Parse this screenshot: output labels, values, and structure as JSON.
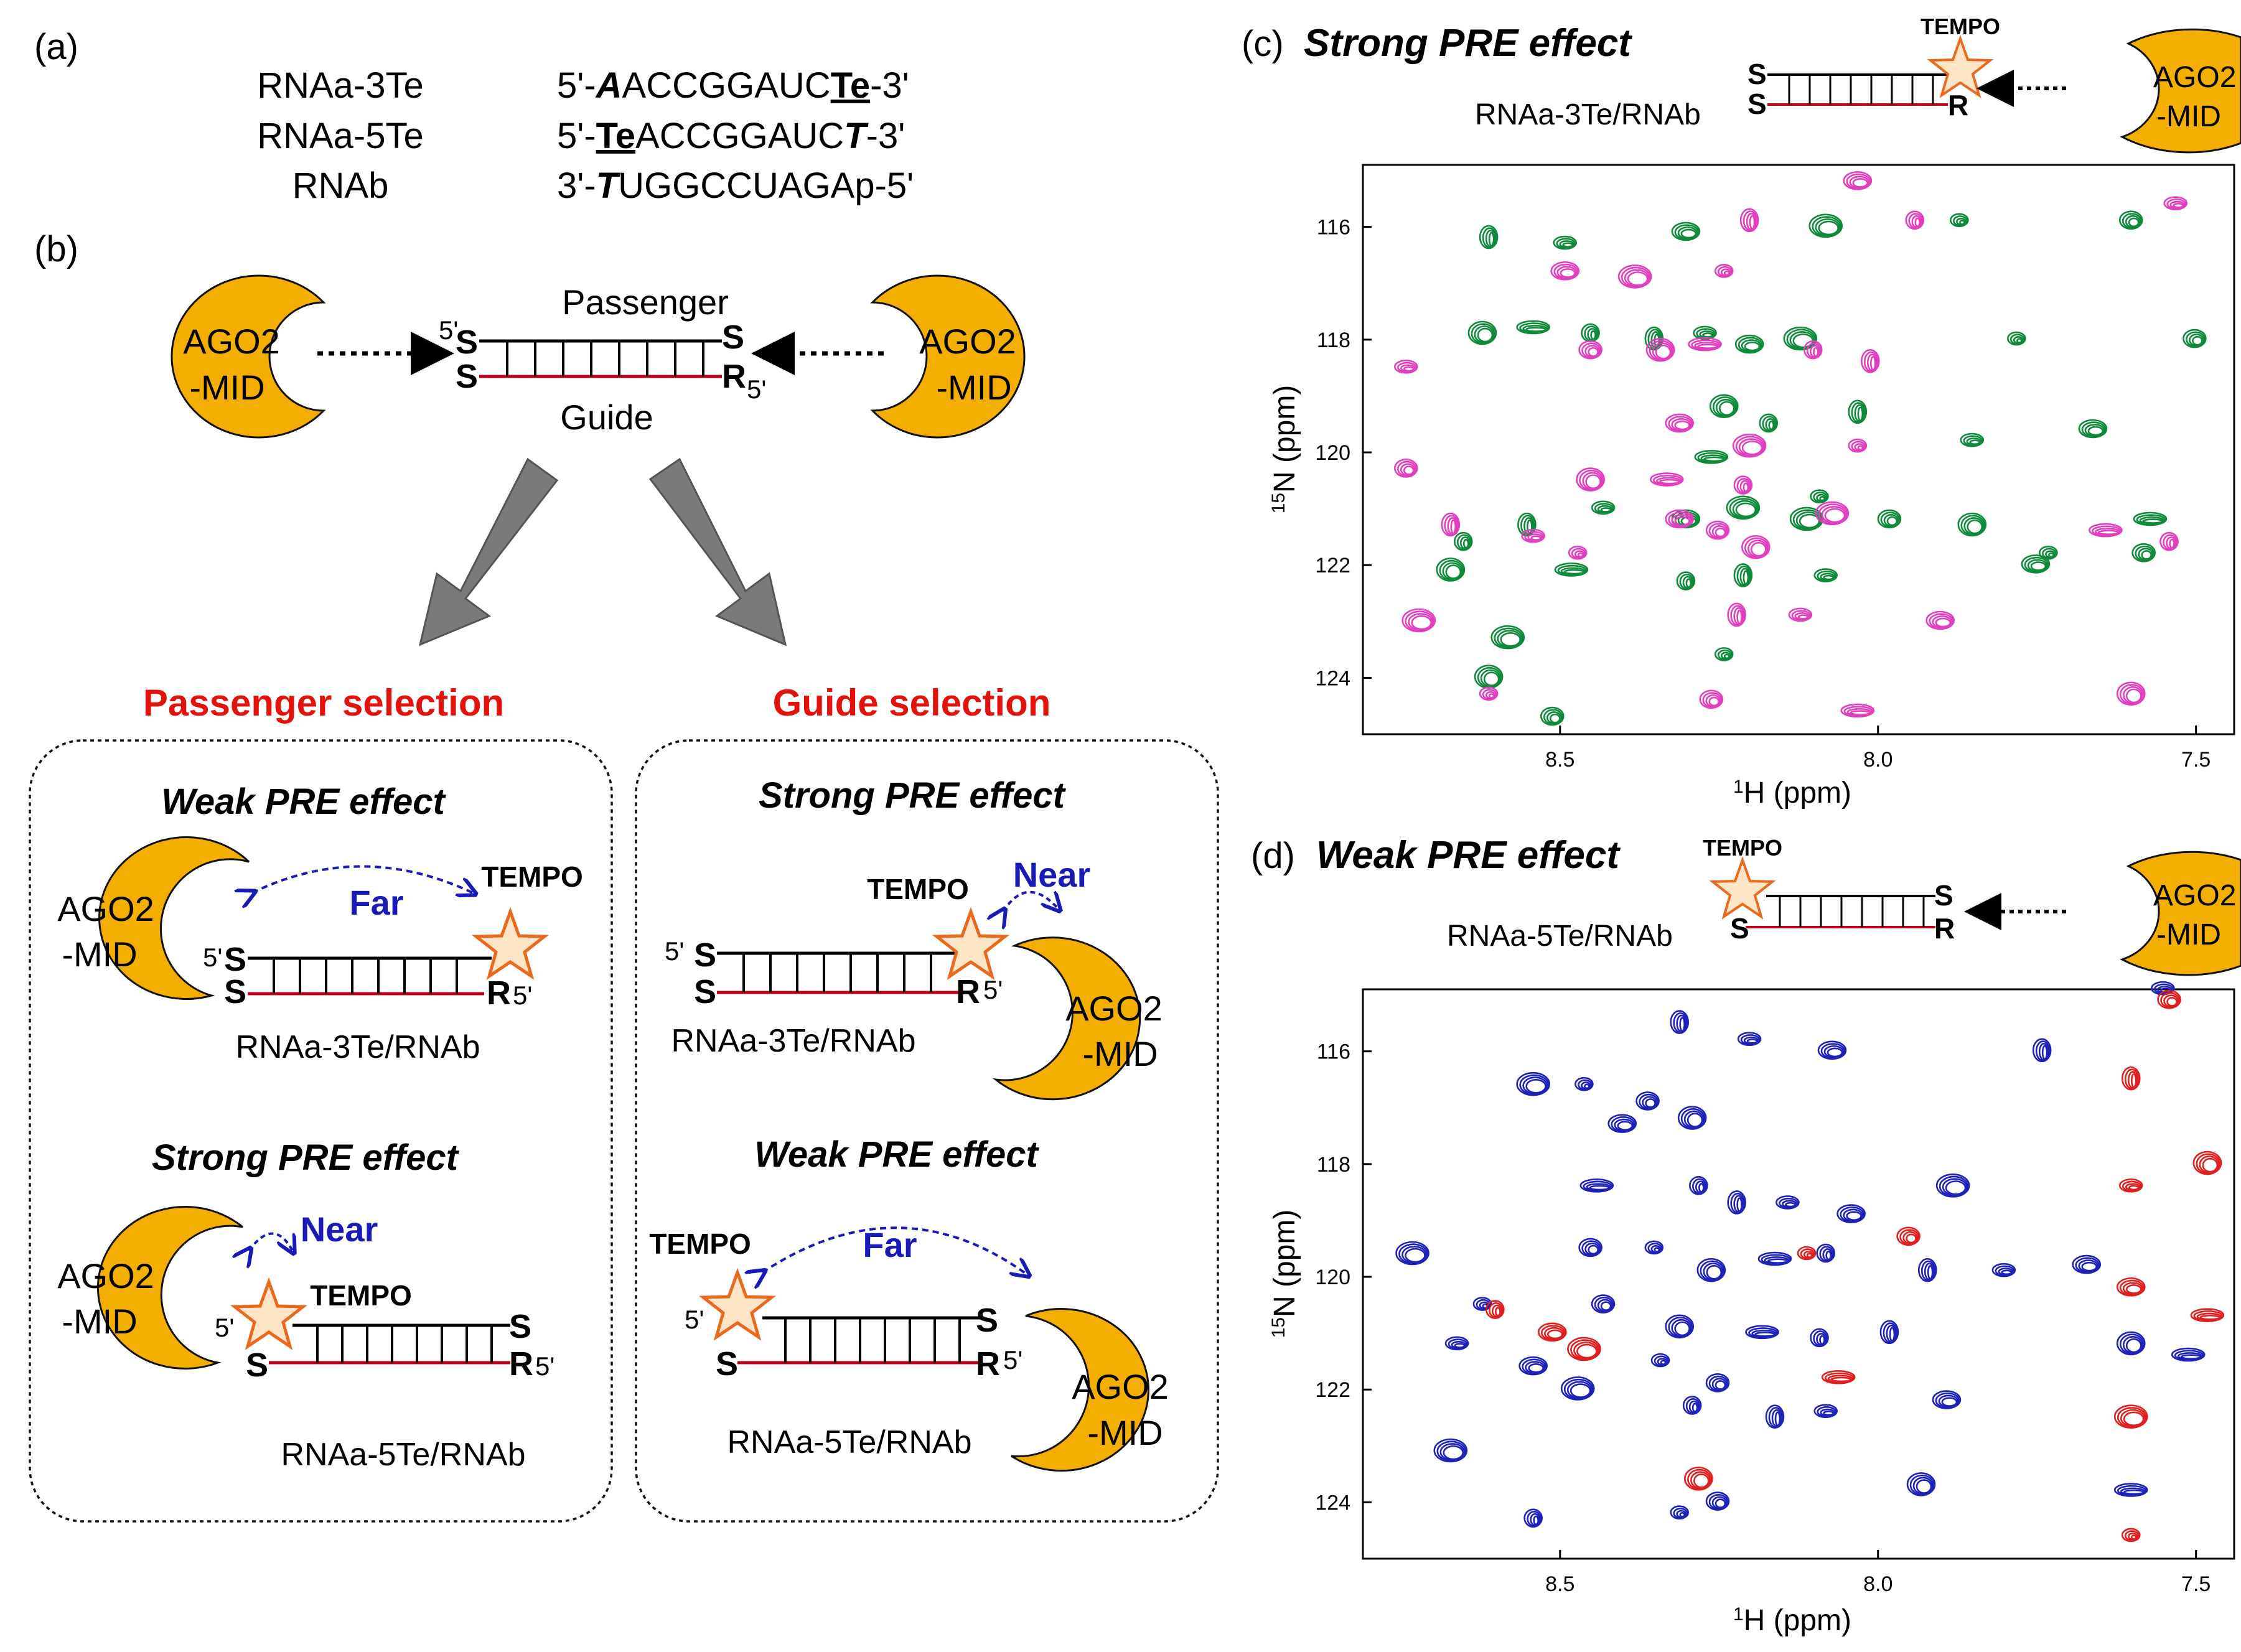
{
  "colors": {
    "ago2": "#F2AF00",
    "passenger_strand": "#000000",
    "guide_strand": "#C0001A",
    "selection_title": "#E3120B",
    "distance_label": "#1A1AB8",
    "star_fill": "#FDE5C6",
    "star_stroke": "#E96A1E",
    "arrow_gray": "#7A7A7A",
    "spectrum_green": "#0E8A3A",
    "spectrum_magenta": "#E23FBF",
    "spectrum_blue": "#1E22B8",
    "spectrum_red": "#E01F1F"
  },
  "panel_a": {
    "label": "(a)",
    "rows": [
      {
        "name": "RNAa-3Te",
        "prefix": "5'-",
        "bold_italic_start": "A",
        "middle": "ACCGGAUC",
        "bold_underline": "Te",
        "bold_italic_end": "",
        "suffix": "-3'"
      },
      {
        "name": "RNAa-5Te",
        "prefix": "5'-",
        "bold_underline": "Te",
        "middle": "ACCGGAUC",
        "bold_italic_end": "T",
        "suffix": "-3'"
      },
      {
        "name": "RNAb",
        "prefix": "3'-",
        "bold_italic_start": "T",
        "middle": "UGGCCUAGAp",
        "suffix": "-5'"
      }
    ]
  },
  "panel_b": {
    "label": "(b)",
    "ago2_line1": "AGO2",
    "ago2_line2": "-MID",
    "passenger_label": "Passenger",
    "guide_label": "Guide",
    "S": "S",
    "R": "R",
    "five_prime": "5'",
    "tempo": "TEMPO",
    "far": "Far",
    "near": "Near",
    "passenger_selection_title": "Passenger selection",
    "guide_selection_title": "Guide selection",
    "weak_pre": "Weak PRE effect",
    "strong_pre": "Strong PRE effect",
    "duplex_3te": "RNAa-3Te/RNAb",
    "duplex_5te": "RNAa-5Te/RNAb"
  },
  "panel_c": {
    "label": "(c)",
    "title": "Strong PRE effect",
    "duplex": "RNAa-3Te/RNAb",
    "tempo": "TEMPO"
  },
  "panel_d": {
    "label": "(d)",
    "title": "Weak PRE effect",
    "duplex": "RNAa-5Te/RNAb",
    "tempo": "TEMPO"
  },
  "chart_data": [
    {
      "type": "scatter",
      "panel": "c",
      "xlabel": "1H (ppm)",
      "ylabel": "15N (ppm)",
      "xlim": [
        8.81,
        7.44
      ],
      "ylim": [
        125.0,
        114.9
      ],
      "x_ticks": [
        8.5,
        8.0,
        7.5
      ],
      "y_ticks": [
        116,
        118,
        120,
        122,
        124
      ],
      "series": [
        {
          "color": "green",
          "points": [
            [
              8.61,
              116.2
            ],
            [
              8.49,
              116.3
            ],
            [
              8.3,
              116.1
            ],
            [
              8.08,
              116.0
            ],
            [
              7.87,
              115.9
            ],
            [
              7.6,
              115.9
            ],
            [
              8.62,
              117.9
            ],
            [
              8.54,
              117.8
            ],
            [
              8.45,
              117.9
            ],
            [
              8.35,
              118.0
            ],
            [
              8.27,
              117.9
            ],
            [
              8.2,
              118.1
            ],
            [
              8.12,
              118.0
            ],
            [
              7.78,
              118.0
            ],
            [
              7.5,
              118.0
            ],
            [
              8.24,
              119.2
            ],
            [
              8.26,
              120.1
            ],
            [
              8.17,
              119.5
            ],
            [
              8.03,
              119.3
            ],
            [
              7.85,
              119.8
            ],
            [
              7.66,
              119.6
            ],
            [
              8.21,
              121.0
            ],
            [
              8.09,
              120.8
            ],
            [
              7.98,
              121.2
            ],
            [
              7.85,
              121.3
            ],
            [
              7.57,
              121.2
            ],
            [
              8.65,
              121.6
            ],
            [
              8.55,
              121.3
            ],
            [
              8.43,
              121.0
            ],
            [
              8.3,
              121.2
            ],
            [
              8.11,
              121.2
            ],
            [
              7.73,
              121.8
            ],
            [
              7.58,
              121.8
            ],
            [
              8.67,
              122.1
            ],
            [
              8.48,
              122.1
            ],
            [
              8.3,
              122.3
            ],
            [
              8.21,
              122.2
            ],
            [
              8.08,
              122.2
            ],
            [
              7.75,
              122.0
            ],
            [
              8.58,
              123.3
            ],
            [
              8.24,
              123.6
            ],
            [
              8.51,
              124.7
            ],
            [
              8.61,
              124.0
            ]
          ]
        },
        {
          "color": "magenta",
          "points": [
            [
              8.49,
              116.8
            ],
            [
              8.38,
              116.9
            ],
            [
              8.24,
              116.8
            ],
            [
              8.45,
              118.2
            ],
            [
              8.34,
              118.2
            ],
            [
              8.27,
              118.1
            ],
            [
              8.1,
              118.2
            ],
            [
              8.01,
              118.4
            ],
            [
              8.74,
              118.5
            ],
            [
              8.31,
              119.5
            ],
            [
              8.2,
              119.9
            ],
            [
              8.03,
              119.9
            ],
            [
              8.74,
              120.3
            ],
            [
              8.45,
              120.5
            ],
            [
              8.33,
              120.5
            ],
            [
              8.21,
              120.6
            ],
            [
              8.67,
              121.3
            ],
            [
              8.54,
              121.5
            ],
            [
              8.31,
              121.2
            ],
            [
              8.07,
              121.1
            ],
            [
              8.47,
              121.8
            ],
            [
              8.25,
              121.4
            ],
            [
              8.19,
              121.7
            ],
            [
              7.64,
              121.4
            ],
            [
              7.54,
              121.6
            ],
            [
              8.22,
              122.9
            ],
            [
              8.12,
              122.9
            ],
            [
              7.9,
              123.0
            ],
            [
              8.72,
              123.0
            ],
            [
              8.61,
              124.3
            ],
            [
              8.26,
              124.4
            ],
            [
              7.6,
              124.3
            ],
            [
              8.03,
              124.6
            ],
            [
              7.94,
              115.9
            ],
            [
              8.2,
              115.9
            ],
            [
              7.53,
              115.6
            ],
            [
              8.03,
              115.2
            ]
          ]
        }
      ]
    },
    {
      "type": "scatter",
      "panel": "d",
      "xlabel": "1H (ppm)",
      "ylabel": "15N (ppm)",
      "xlim": [
        8.81,
        7.44
      ],
      "ylim": [
        125.0,
        114.9
      ],
      "x_ticks": [
        8.5,
        8.0,
        7.5
      ],
      "y_ticks": [
        116,
        118,
        120,
        122,
        124
      ],
      "series": [
        {
          "color": "blue",
          "points": [
            [
              8.31,
              115.5
            ],
            [
              8.2,
              115.8
            ],
            [
              8.07,
              116.0
            ],
            [
              8.54,
              116.6
            ],
            [
              8.46,
              116.6
            ],
            [
              8.36,
              116.9
            ],
            [
              8.29,
              117.2
            ],
            [
              8.44,
              118.4
            ],
            [
              8.28,
              118.4
            ],
            [
              8.22,
              118.7
            ],
            [
              8.14,
              118.7
            ],
            [
              8.04,
              118.9
            ],
            [
              7.88,
              118.4
            ],
            [
              8.35,
              119.5
            ],
            [
              8.45,
              119.5
            ],
            [
              8.26,
              119.9
            ],
            [
              8.16,
              119.7
            ],
            [
              8.08,
              119.6
            ],
            [
              7.92,
              119.9
            ],
            [
              7.8,
              119.9
            ],
            [
              7.67,
              119.8
            ],
            [
              8.73,
              119.6
            ],
            [
              8.62,
              120.5
            ],
            [
              8.43,
              120.5
            ],
            [
              8.31,
              120.9
            ],
            [
              8.18,
              121.0
            ],
            [
              8.09,
              121.1
            ],
            [
              7.98,
              121.0
            ],
            [
              8.66,
              121.2
            ],
            [
              8.54,
              121.6
            ],
            [
              8.47,
              122.0
            ],
            [
              8.34,
              121.5
            ],
            [
              8.25,
              121.9
            ],
            [
              7.6,
              121.2
            ],
            [
              7.51,
              121.4
            ],
            [
              8.29,
              122.3
            ],
            [
              8.16,
              122.5
            ],
            [
              8.08,
              122.4
            ],
            [
              7.89,
              122.2
            ],
            [
              8.67,
              123.1
            ],
            [
              8.31,
              124.2
            ],
            [
              8.25,
              124.0
            ],
            [
              7.93,
              123.7
            ],
            [
              7.6,
              123.8
            ],
            [
              8.54,
              124.3
            ],
            [
              7.74,
              116.0
            ],
            [
              7.55,
              114.9
            ],
            [
              8.4,
              117.3
            ]
          ]
        },
        {
          "color": "red",
          "points": [
            [
              8.51,
              121.0
            ],
            [
              8.46,
              121.3
            ],
            [
              8.11,
              119.6
            ],
            [
              7.95,
              119.3
            ],
            [
              7.48,
              118.0
            ],
            [
              7.48,
              120.7
            ],
            [
              8.6,
              120.6
            ],
            [
              7.6,
              116.5
            ],
            [
              7.6,
              118.4
            ],
            [
              7.6,
              120.2
            ],
            [
              7.6,
              122.5
            ],
            [
              7.6,
              124.6
            ],
            [
              7.54,
              115.1
            ],
            [
              8.28,
              123.6
            ],
            [
              8.06,
              121.8
            ]
          ]
        }
      ]
    }
  ]
}
